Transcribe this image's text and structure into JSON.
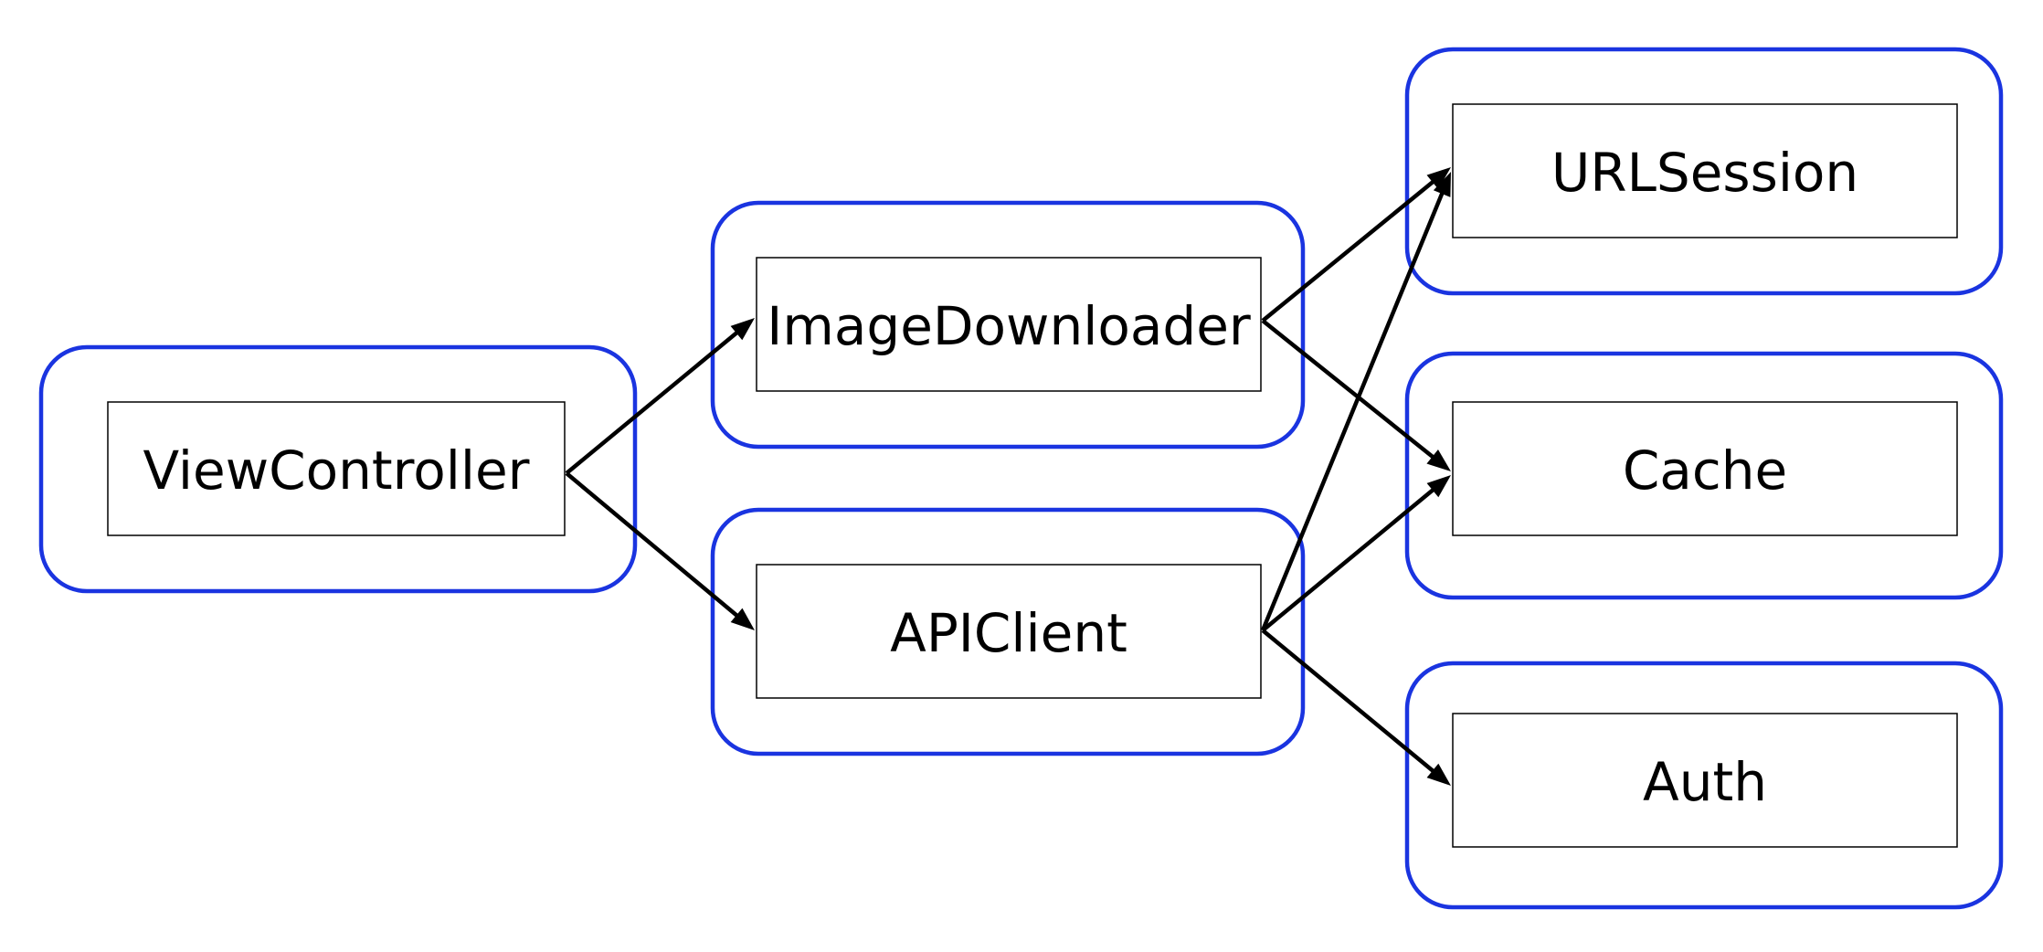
{
  "colors": {
    "group_border": "#1a34e0",
    "box_border": "#000000",
    "edge": "#000000",
    "text": "#000000"
  },
  "nodes": [
    {
      "id": "viewcontroller",
      "label": "ViewController"
    },
    {
      "id": "imagedownloader",
      "label": "ImageDownloader"
    },
    {
      "id": "apiclient",
      "label": "APIClient"
    },
    {
      "id": "urlsession",
      "label": "URLSession"
    },
    {
      "id": "cache",
      "label": "Cache"
    },
    {
      "id": "auth",
      "label": "Auth"
    }
  ],
  "edges": [
    {
      "from": "viewcontroller",
      "to": "imagedownloader"
    },
    {
      "from": "viewcontroller",
      "to": "apiclient"
    },
    {
      "from": "imagedownloader",
      "to": "urlsession"
    },
    {
      "from": "imagedownloader",
      "to": "cache"
    },
    {
      "from": "apiclient",
      "to": "urlsession"
    },
    {
      "from": "apiclient",
      "to": "cache"
    },
    {
      "from": "apiclient",
      "to": "auth"
    }
  ]
}
